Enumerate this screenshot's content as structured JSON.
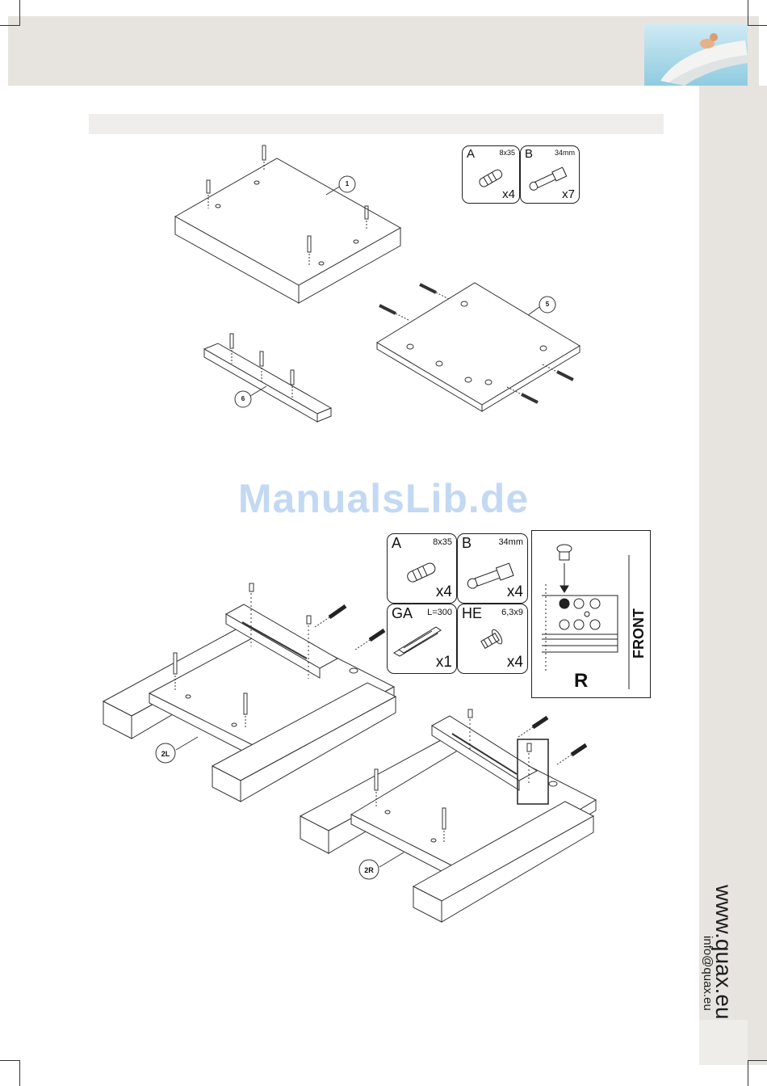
{
  "page": {
    "watermark": "ManualsLib.de"
  },
  "contact": {
    "website": "www.quax.eu",
    "email": "info@quax.eu"
  },
  "step1": {
    "callouts": [
      "1",
      "5",
      "6"
    ],
    "parts": [
      {
        "letter": "A",
        "dim": "8x35",
        "qty": "x4"
      },
      {
        "letter": "B",
        "dim": "34mm",
        "qty": "x7"
      }
    ]
  },
  "step2": {
    "callouts": [
      "2L",
      "2R"
    ],
    "parts": [
      {
        "letter": "A",
        "dim": "8x35",
        "qty": "x4"
      },
      {
        "letter": "B",
        "dim": "34mm",
        "qty": "x4"
      },
      {
        "letter": "GA",
        "dim": "L=300",
        "qty": "x1"
      },
      {
        "letter": "HE",
        "dim": "6,3x9",
        "qty": "x4"
      }
    ],
    "detail": {
      "front_label": "FRONT",
      "side_label": "R"
    }
  }
}
